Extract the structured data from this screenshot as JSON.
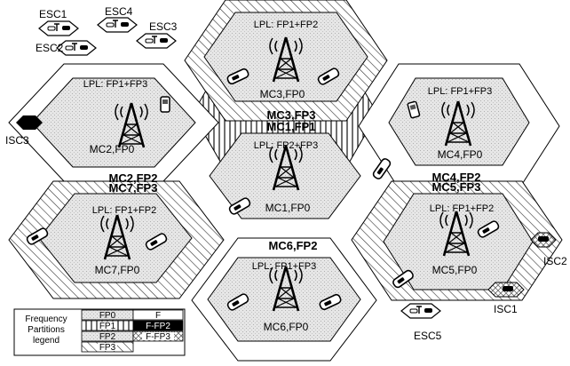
{
  "cells": [
    {
      "id": "MC3",
      "lpl": "LPL: FP1+FP2",
      "label": "MC3,FP0"
    },
    {
      "id": "MC2",
      "lpl": "LPL: FP1+FP3",
      "label": "MC2,FP0"
    },
    {
      "id": "MC4",
      "lpl": "LPL: FP1+FP3",
      "label": "MC4,FP0"
    },
    {
      "id": "MC1",
      "lpl": "LPL: FP2+FP3",
      "label": "MC1,FP0"
    },
    {
      "id": "MC7",
      "lpl": "LPL: FP1+FP2",
      "label": "MC7,FP0"
    },
    {
      "id": "MC5",
      "lpl": "LPL: FP1+FP2",
      "label": "MC5,FP0"
    },
    {
      "id": "MC6",
      "lpl": "LPL: FP1+FP3",
      "label": "MC6,FP0"
    }
  ],
  "boundary_labels": {
    "mc3_fp3": "MC3,FP3",
    "mc1_fp1": "MC1,FP1",
    "mc2_fp2": "MC2,FP2",
    "mc7_fp3": "MC7,FP3",
    "mc4_fp2": "MC4,FP2",
    "mc5_fp3": "MC5,FP3",
    "mc6_fp2": "MC6,FP2"
  },
  "small_cells": {
    "esc1": "ESC1",
    "esc2": "ESC2",
    "esc3": "ESC3",
    "esc4": "ESC4",
    "esc5": "ESC5",
    "isc1": "ISC1",
    "isc2": "ISC2",
    "isc3": "ISC3"
  },
  "legend": {
    "title_line1": "Frequency",
    "title_line2": "Partitions",
    "title_line3": "legend",
    "fp0": "FP0",
    "fp1": "FP1",
    "fp2": "FP2",
    "fp3": "FP3",
    "f": "F",
    "f_fp2": "F-FP2",
    "f_fp3": "F-FP3"
  }
}
